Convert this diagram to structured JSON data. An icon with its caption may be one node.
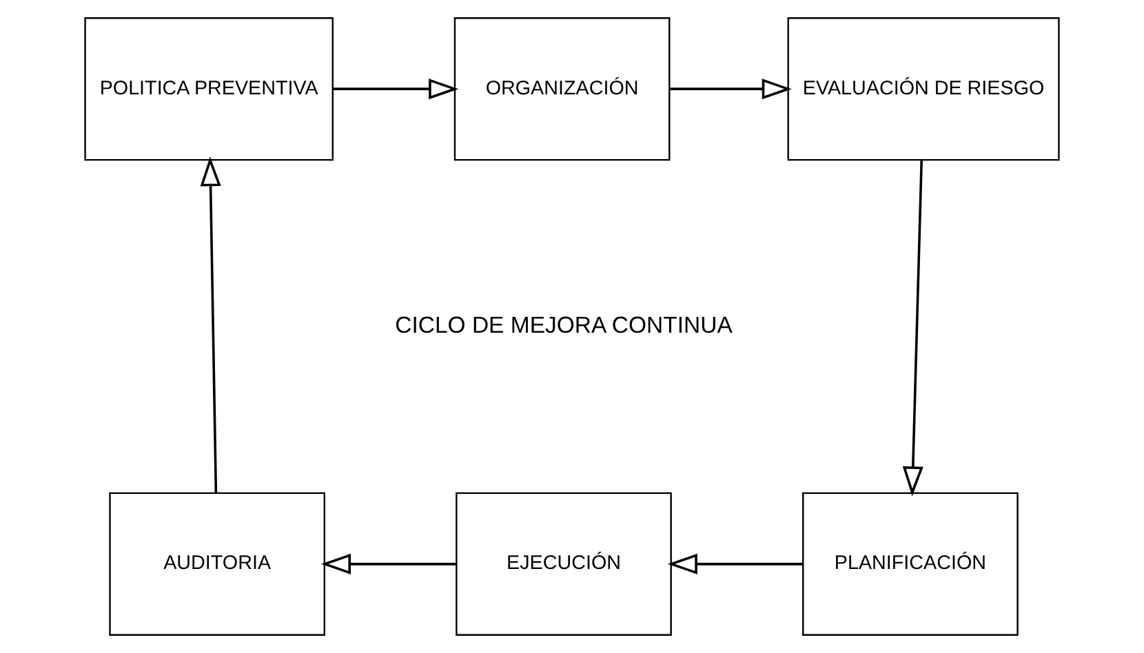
{
  "diagram": {
    "nodes": [
      {
        "text": [
          "POLITICA PREVENTIVA"
        ]
      },
      {
        "text": [
          "ORGANIZACIÓN"
        ]
      },
      {
        "text": [
          "EVALUACIÓN DE RIESGO"
        ]
      },
      {
        "text": [
          "AUDITORIA"
        ]
      },
      {
        "text": [
          "EJECUCIÓN"
        ]
      },
      {
        "text": [
          "PLANIFICACIÓN"
        ]
      }
    ],
    "edges": [
      {
        "from": 0,
        "to": 1,
        "arrow": "to"
      },
      {
        "from": 1,
        "to": 2,
        "arrow": "to"
      },
      {
        "from": 2,
        "to": 5,
        "arrow": "to"
      },
      {
        "from": 5,
        "to": 4,
        "arrow": "to"
      },
      {
        "from": 4,
        "to": 3,
        "arrow": "to"
      },
      {
        "from": 3,
        "to": 0,
        "arrow": "to"
      }
    ],
    "labels": [
      "CICLO DE MEJORA CONTINUA"
    ]
  }
}
